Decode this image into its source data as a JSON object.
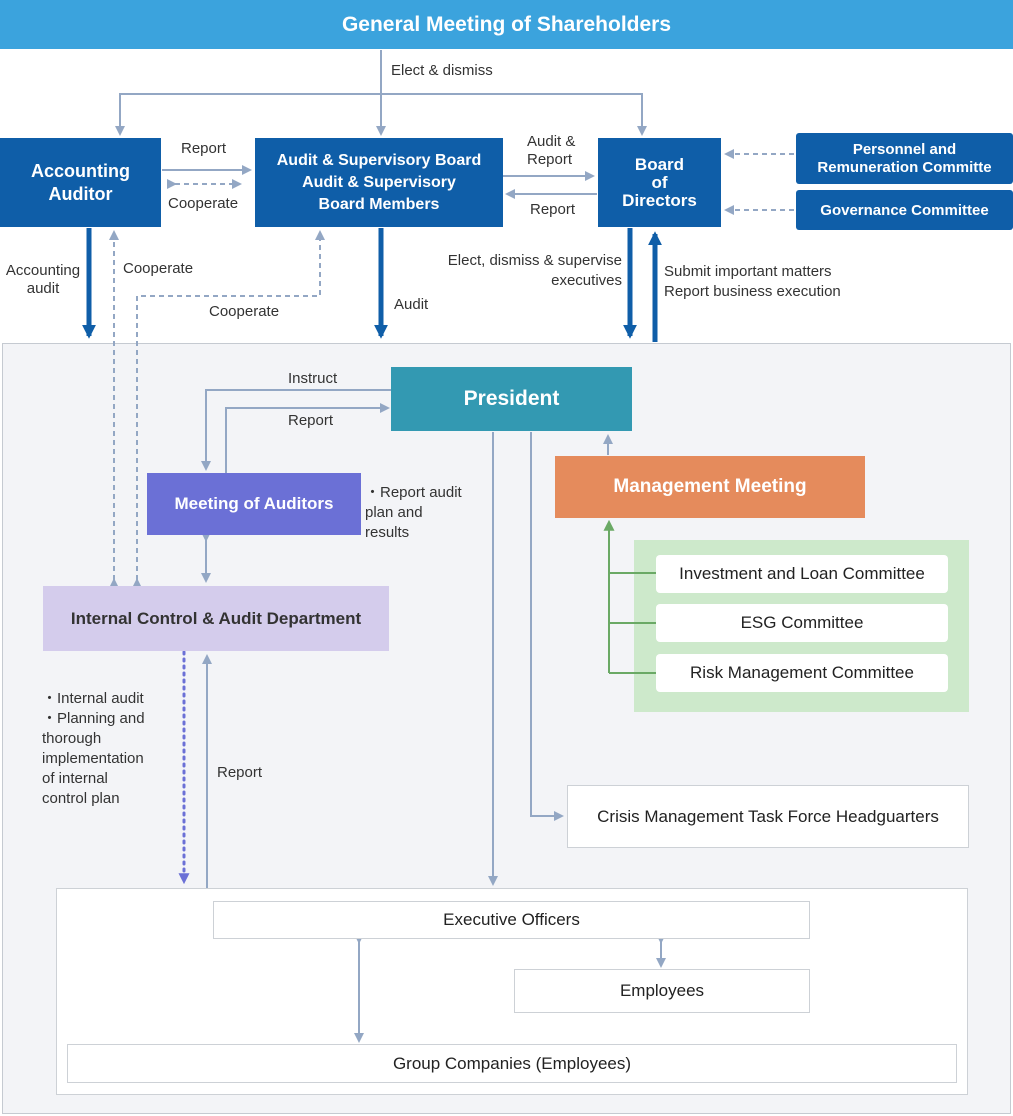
{
  "header": {
    "title": "General Meeting of Shareholders"
  },
  "nodes": {
    "accounting_auditor": "Accounting\nAuditor",
    "audit_board": "Audit & Supervisory Board\nAudit & Supervisory\nBoard Members",
    "board_of_directors": "Board\nof\nDirectors",
    "personnel_committee": "Personnel and\nRemuneration Committe",
    "governance_committee": "Governance Committee",
    "president": "President",
    "meeting_of_auditors": "Meeting of Auditors",
    "management_meeting": "Management Meeting",
    "internal_control_dept": "Internal Control & Audit Department",
    "investment_committee": "Investment and Loan Committee",
    "esg_committee": "ESG Committee",
    "risk_committee": "Risk Management Committee",
    "crisis_hq": "Crisis Management Task Force Headguarters",
    "executive_officers": "Executive Officers",
    "employees": "Employees",
    "group_companies": "Group Companies (Employees)"
  },
  "labels": {
    "elect_dismiss": "Elect & dismiss",
    "report_1": "Report",
    "cooperate_1": "Cooperate",
    "audit_report": "Audit &\nReport",
    "report_2": "Report",
    "accounting_audit": "Accounting\naudit",
    "cooperate_2": "Cooperate",
    "cooperate_3": "Cooperate",
    "audit": "Audit",
    "elect_supervise": "Elect, dismiss & supervise\nexecutives",
    "submit_report": "Submit important matters\nReport business execution",
    "instruct": "Instruct",
    "report_3": "Report",
    "report_audit_plan": "・Report audit\n plan and\n results",
    "internal_audit_notes": "・Internal audit\n・Planning and\n  thorough\n  implementation\n  of internal\n  control plan",
    "report_4": "Report"
  },
  "colors": {
    "header": "#3ba3dd",
    "dark_blue": "#0f5ea8",
    "president": "#3399b2",
    "meeting_of_auditors": "#6b70d6",
    "management_meeting": "#e58b5c",
    "internal_control": "#d4ccec",
    "committee_panel": "#cde9cb",
    "green_connector": "#6aa965",
    "light_panel": "#f3f4f7",
    "connector_gray": "#93a7c4"
  }
}
